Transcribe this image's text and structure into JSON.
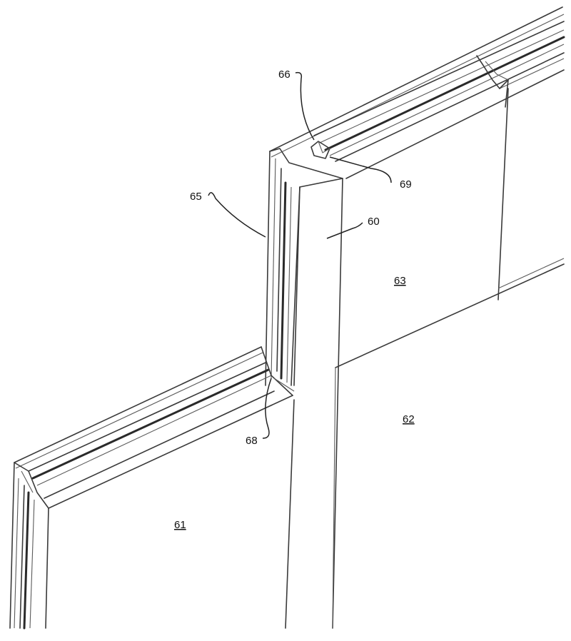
{
  "figure": {
    "labels": {
      "ref_60": "60",
      "ref_61": "61",
      "ref_62": "62",
      "ref_63": "63",
      "ref_65": "65",
      "ref_66": "66",
      "ref_68": "68",
      "ref_69": "69"
    }
  }
}
